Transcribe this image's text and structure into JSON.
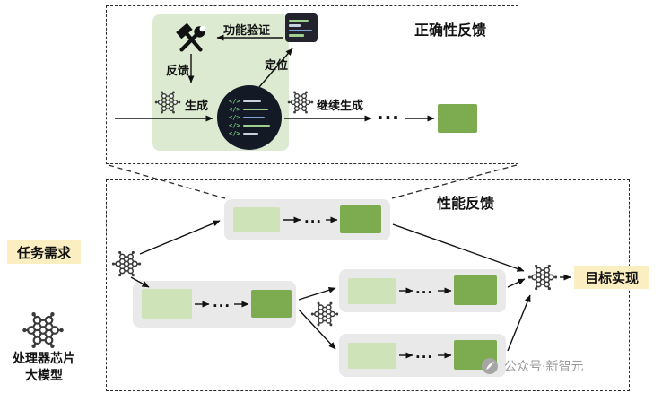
{
  "colors": {
    "region_green": "#dcead2",
    "light_green": "#cfe3b8",
    "dark_green": "#7cab50",
    "gray_box": "#e9e9e9",
    "highlight_yellow": "#fbeec1",
    "arrow_black": "#111111",
    "watermark_gray": "#9b9b9b"
  },
  "correctness_box": {
    "title": "正确性反馈",
    "functional_verification_label": "功能验证",
    "feedback_label": "反馈",
    "locate_label": "定位",
    "generate_label": "生成",
    "continue_generate_label": "继续生成",
    "ellipsis": "...",
    "code_glyph": "</>"
  },
  "performance_box": {
    "title": "性能反馈",
    "task_label": "任务需求",
    "goal_label": "目标实现",
    "ellipsis": "..."
  },
  "model_caption": {
    "line1": "处理器芯片",
    "line2": "大模型"
  },
  "watermark": {
    "text": "公众号·新智元"
  }
}
